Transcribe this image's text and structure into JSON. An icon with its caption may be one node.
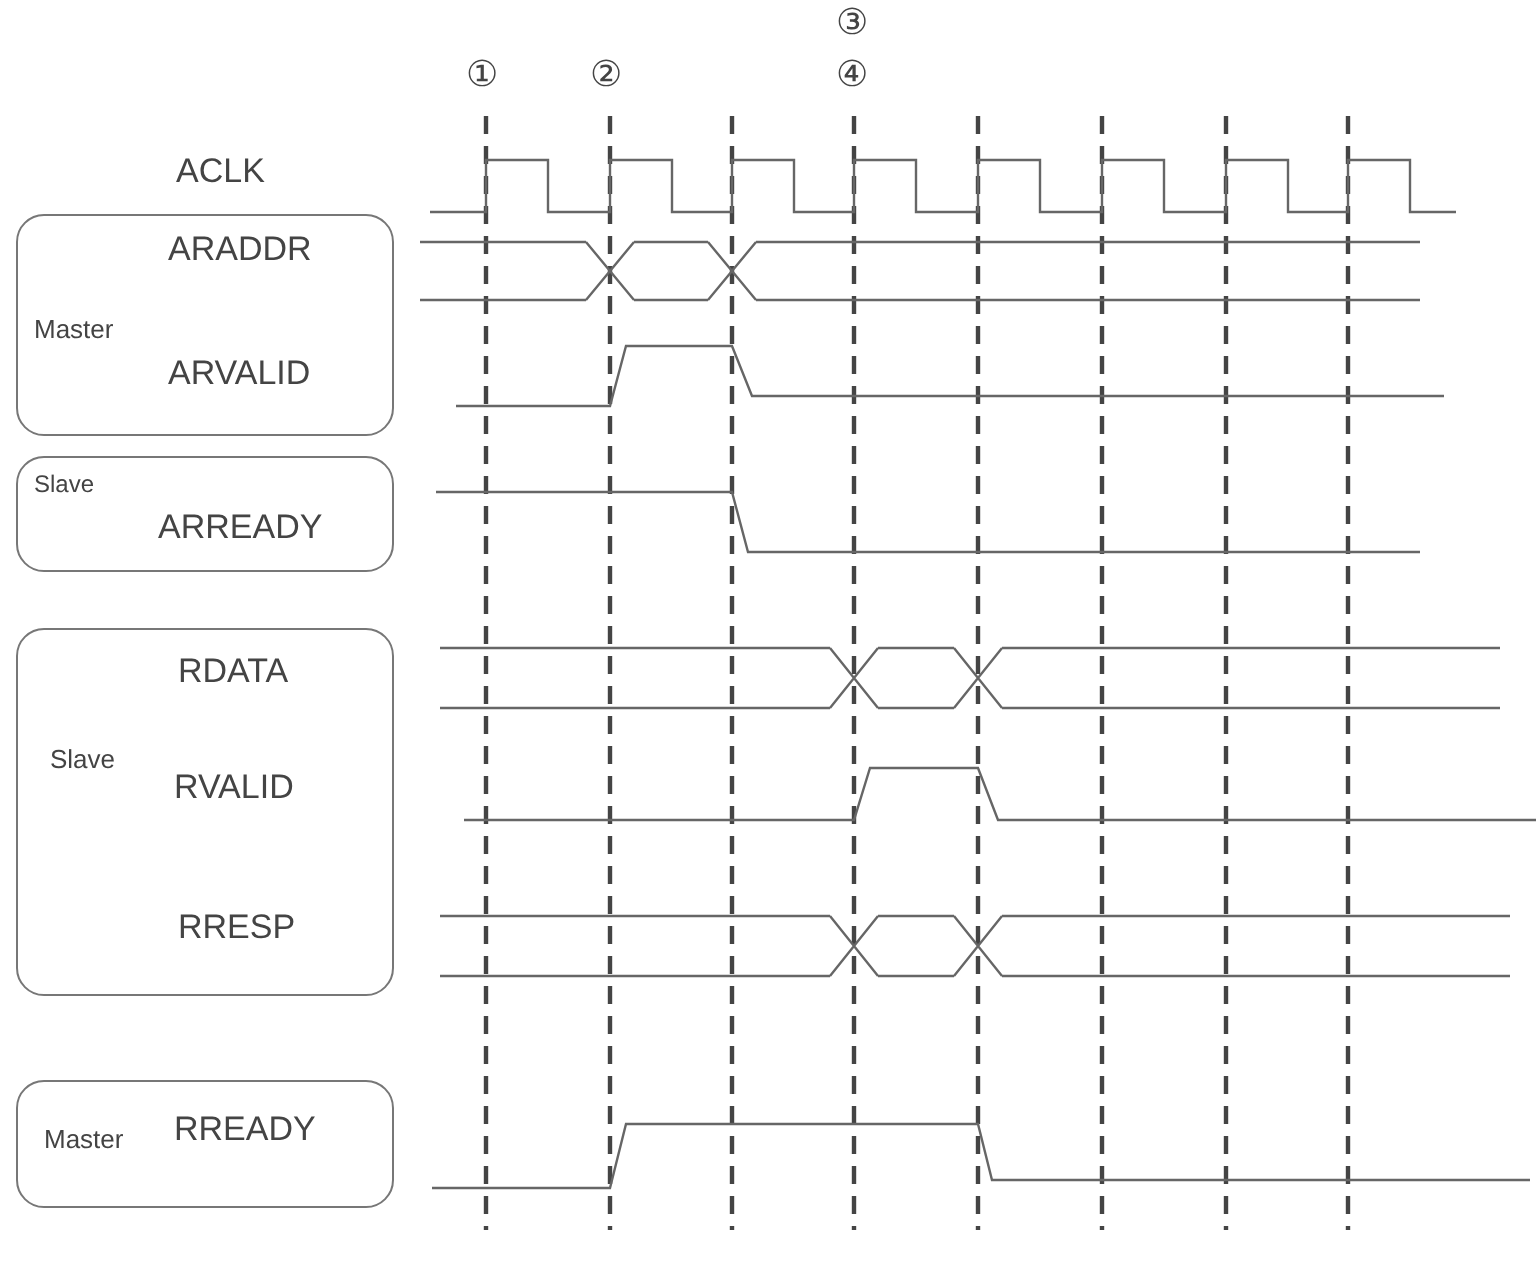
{
  "diagram": {
    "nodes": [
      {
        "text": [
          "ARADDR",
          "Master",
          "ARVALID"
        ]
      },
      {
        "text": [
          "Slave",
          "ARREADY"
        ]
      },
      {
        "text": [
          "RDATA",
          "Slave",
          "RVALID",
          "RRESP"
        ]
      },
      {
        "text": [
          "Master",
          "RREADY"
        ]
      }
    ],
    "labels": [
      "③",
      "①",
      "②",
      "④",
      "ACLK"
    ]
  }
}
